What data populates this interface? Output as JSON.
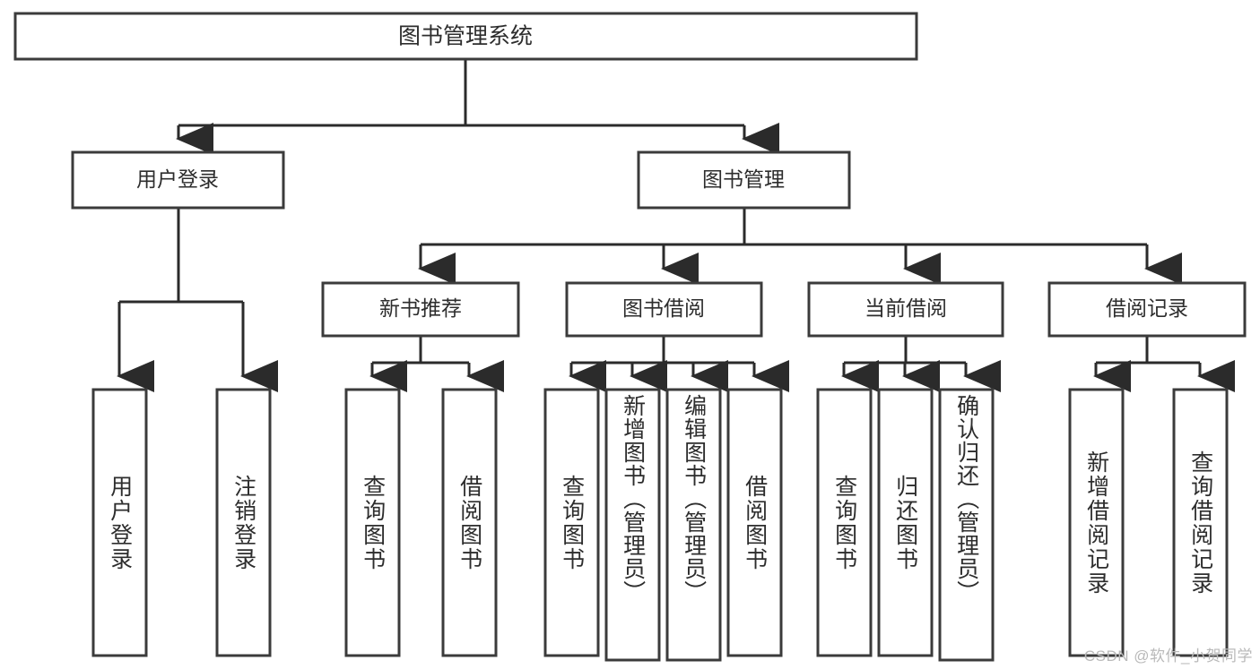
{
  "diagram": {
    "type": "tree-hierarchy-chart",
    "title": "图书管理系统",
    "watermark": "CSDN @软件_小贺同学",
    "colors": {
      "stroke": "#3b3b3b",
      "fill": "#ffffff",
      "text": "#2d2d2d",
      "watermark": "#b9b9b9"
    },
    "levels": {
      "level0": [
        {
          "id": "root",
          "label": "图书管理系统"
        }
      ],
      "level1": [
        {
          "id": "user-login",
          "label": "用户登录"
        },
        {
          "id": "book-mgmt",
          "label": "图书管理"
        }
      ],
      "level2": [
        {
          "id": "new-book-rec",
          "label": "新书推荐",
          "parent": "book-mgmt"
        },
        {
          "id": "book-borrow",
          "label": "图书借阅",
          "parent": "book-mgmt"
        },
        {
          "id": "current-borrow",
          "label": "当前借阅",
          "parent": "book-mgmt"
        },
        {
          "id": "borrow-record",
          "label": "借阅记录",
          "parent": "book-mgmt"
        }
      ],
      "leaves": [
        {
          "id": "leaf-user-login",
          "label": "用户登录",
          "parent": "user-login"
        },
        {
          "id": "leaf-logout",
          "label": "注销登录",
          "parent": "user-login"
        },
        {
          "id": "leaf-query-book-1",
          "label": "查询图书",
          "parent": "new-book-rec"
        },
        {
          "id": "leaf-borrow-book-1",
          "label": "借阅图书",
          "parent": "new-book-rec"
        },
        {
          "id": "leaf-query-book-2",
          "label": "查询图书",
          "parent": "book-borrow"
        },
        {
          "id": "leaf-add-book",
          "label": "新增图书（管理员）",
          "parent": "book-borrow"
        },
        {
          "id": "leaf-edit-book",
          "label": "编辑图书（管理员）",
          "parent": "book-borrow"
        },
        {
          "id": "leaf-borrow-book-2",
          "label": "借阅图书",
          "parent": "book-borrow"
        },
        {
          "id": "leaf-query-book-3",
          "label": "查询图书",
          "parent": "current-borrow"
        },
        {
          "id": "leaf-return-book",
          "label": "归还图书",
          "parent": "current-borrow"
        },
        {
          "id": "leaf-confirm-return",
          "label": "确认归还（管理员）",
          "parent": "current-borrow"
        },
        {
          "id": "leaf-add-record",
          "label": "新增借阅记录",
          "parent": "borrow-record"
        },
        {
          "id": "leaf-query-record",
          "label": "查询借阅记录",
          "parent": "borrow-record"
        }
      ]
    }
  }
}
